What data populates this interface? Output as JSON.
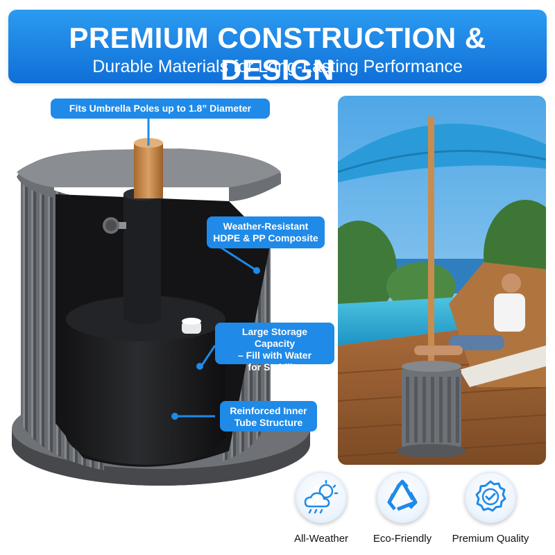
{
  "header": {
    "title": "PREMIUM CONSTRUCTION & DESIGN",
    "subtitle": "Durable Materials for Long-Lasting Performance"
  },
  "callouts": {
    "pole": "Fits Umbrella Poles up to 1.8” Diameter",
    "material_line1": "Weather-Resistant",
    "material_line2": "HDPE & PP Composite",
    "storage_line1": "Large Storage Capacity",
    "storage_line2": "– Fill with Water",
    "storage_line3": "for Stability",
    "tube_line1": "Reinforced Inner",
    "tube_line2": "Tube Structure"
  },
  "features": [
    {
      "label": "All-Weather",
      "icon": "weather-icon"
    },
    {
      "label": "Eco-Friendly",
      "icon": "recycle-icon"
    },
    {
      "label": "Premium Quality",
      "icon": "quality-badge-icon"
    }
  ],
  "colors": {
    "accent": "#1f8ae8",
    "base_gray": "#5e6064",
    "pole_wood": "#c98c4f"
  }
}
